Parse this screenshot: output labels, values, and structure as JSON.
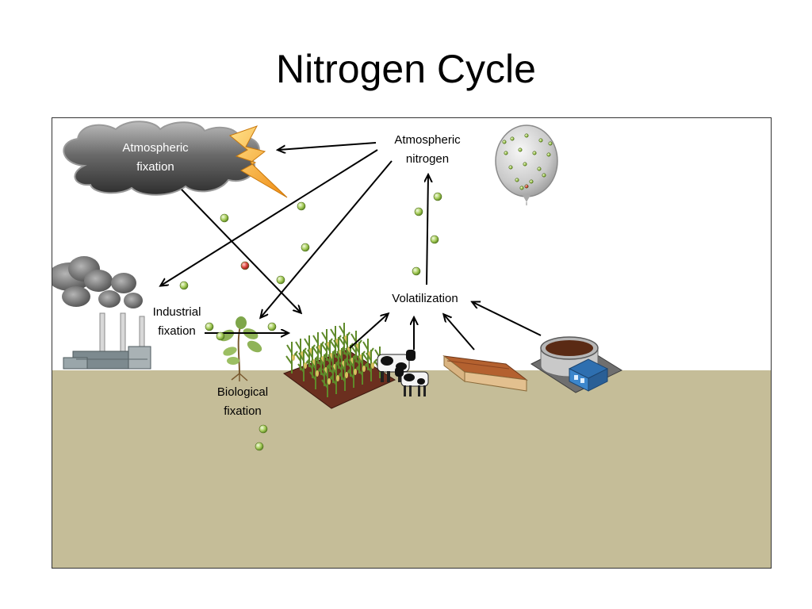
{
  "slide": {
    "title": "Nitrogen Cycle"
  },
  "labels": {
    "atmospheric_fixation": [
      "Atmospheric",
      "fixation"
    ],
    "atmospheric_nitrogen": [
      "Atmospheric",
      "nitrogen"
    ],
    "industrial_fixation": [
      "Industrial",
      "fixation"
    ],
    "biological_fixation": [
      "Biological",
      "fixation"
    ],
    "volatilization": "Volatilization"
  },
  "colors": {
    "soil": "#c5bd98",
    "sky": "#ffffff",
    "nitrogen_particle": "#a6cc5a",
    "highlight_particle": "#d9413a",
    "cloud": "#5a5a5a",
    "lightning": "#f2a21a"
  },
  "icons": [
    "cloud-icon",
    "lightning-icon",
    "balloon-icon",
    "factory-smokestack-icon",
    "soybean-plant-icon",
    "corn-field-icon",
    "cow-icon",
    "barn-icon",
    "manure-storage-tank-icon"
  ]
}
